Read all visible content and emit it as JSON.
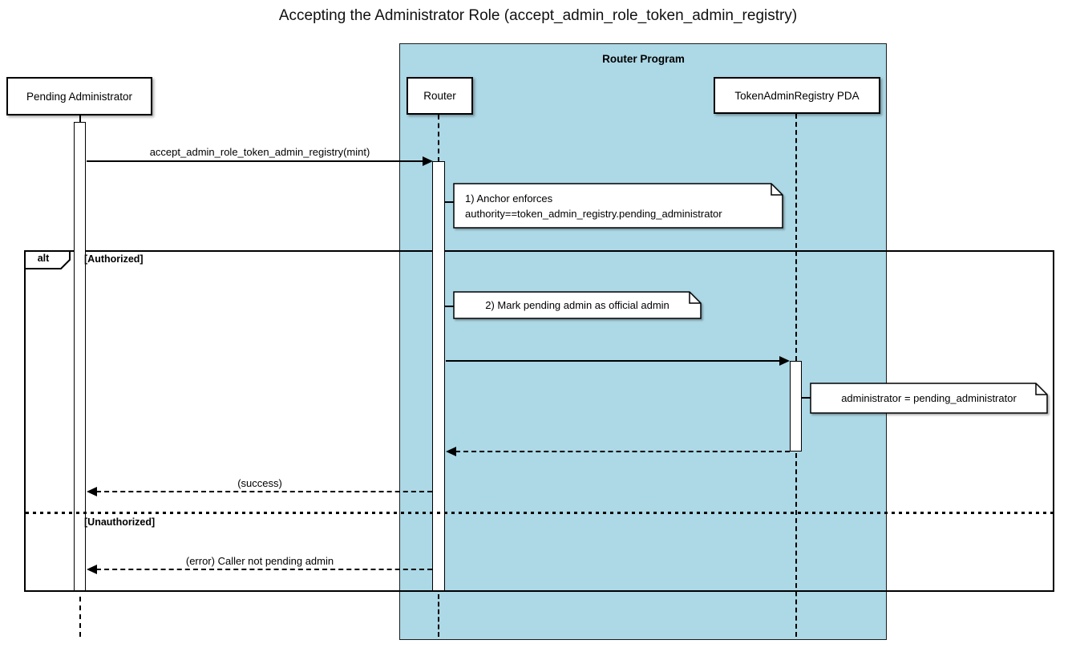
{
  "title": "Accepting the Administrator Role (accept_admin_role_token_admin_registry)",
  "program_frame": {
    "label": "Router Program"
  },
  "participants": {
    "pending_admin": {
      "label": "Pending Administrator"
    },
    "router": {
      "label": "Router"
    },
    "registry_pda": {
      "label": "TokenAdminRegistry PDA"
    }
  },
  "alt_frame": {
    "operator": "alt",
    "guard_authorized": "[Authorized]",
    "guard_unauthorized": "[Unauthorized]"
  },
  "messages": {
    "call": "accept_admin_role_token_admin_registry(mint)",
    "success": "(success)",
    "error": "(error) Caller not pending admin"
  },
  "notes": {
    "anchor_enforces": {
      "line1": "1) Anchor enforces",
      "line2": "authority==token_admin_registry.pending_administrator"
    },
    "mark_admin": {
      "line1": "2) Mark pending admin as official admin"
    },
    "assign_admin": {
      "line1": "administrator = pending_administrator"
    }
  },
  "colors": {
    "program_fill": "#ADD8E6",
    "participant_fill": "#FFFFFF",
    "note_fill": "#FFFFFF",
    "line": "#000000"
  }
}
